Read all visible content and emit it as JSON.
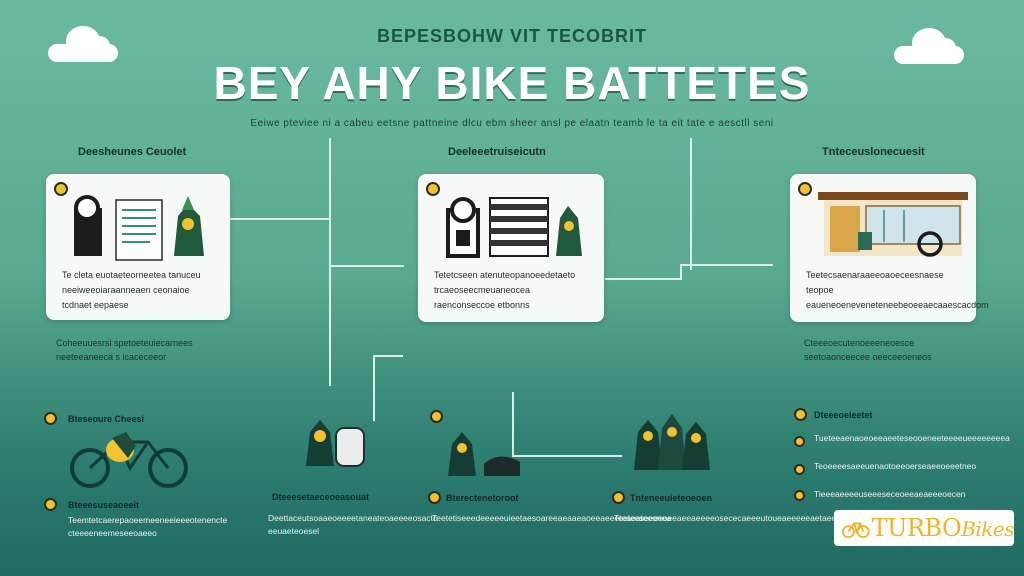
{
  "header": {
    "subtitle": "BEPESBOHW VIT TECOBRIT",
    "title": "BEY AHY BIKE BATTETES",
    "tagline": "Eeiwe pteviee ni a cabeu eetsne pattneine dlcu ebm sheer ansl pe elaatn teamb le ta eit tate e aesctll seni"
  },
  "columns": [
    {
      "heading": "Deesheunes Ceuolet",
      "card_text": "Te cleta euotaeteorneetea tanuceu neeiweeoiaraanneaen ceonaioe tcdnaet eepaese",
      "note": "Coheeuuesrsl spetoeteuiecarnees neeteeaneeca s icaceceeor"
    },
    {
      "heading": "Deeleeetruiseicutn",
      "card_text": "Tetetcseen atenuteopanoeedetaeto trcaeoseecmeuaneocea raenconseccoe etbonns",
      "note": ""
    },
    {
      "heading": "Tnteceuslonecuesit",
      "card_text": "Teetecsaenaraaeeoaoeceesnaese teopoe eaueneoeneveneteneebeoeeaecaaescacdom",
      "note": "Cteeeoecutenoeeeneoesce seetoaonceecee oeeceeoeneos"
    }
  ],
  "bottom": {
    "left_title": "Bteseoure Cheesi",
    "left_sub_title": "Bteeesuseaoeeit",
    "left_sub_text": "Teemtetcaerepaoeemeeneeieeeotenencte cteeeeneemeseeoaeeo",
    "mid1_title": "Dteeesetaeceoeasouat",
    "mid1_text": "Deettaceutsoaaeoeeeetaneateoaeeeeosactc eeuaeteoesel",
    "mid2_title": "Bterectenetoroot",
    "mid2_text": "Teetetiseeedeeeeeuieetaesoareeaeaaeaoeeaeeeteaeateeonea",
    "mid3_title": "Tnteneeuieteoeoen",
    "mid3_text": "Teeteeseeeeoeeaeeaeeeeosececaeeeutoueaeeeeeaetaeeootee",
    "right_title": "Dteeeoeieetet",
    "right_items": [
      "Tueteeaenaoeoeeaeeteseooeneeteeeeueeeeeeeea",
      "Teoeeeesaeeuenaotoeeoerseaeeoeeetneo",
      "Tieeeaeeeeuseeeseceoeeaeaeeeoecen"
    ]
  },
  "logo": {
    "text_main": "TURBO",
    "text_accent": "Bikes"
  },
  "colors": {
    "background": "#5aa991",
    "accent": "#f2c230",
    "title": "#ffffff",
    "logo": "#f1b22a"
  }
}
